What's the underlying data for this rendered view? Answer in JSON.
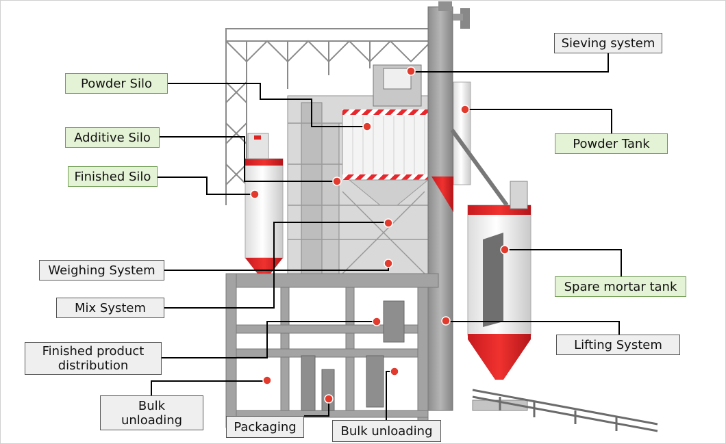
{
  "diagram": {
    "labels": {
      "powder_silo": "Powder Silo",
      "additive_silo": "Additive Silo",
      "finished_silo": "Finished Silo",
      "weighing_system": "Weighing System",
      "mix_system": "Mix System",
      "finished_product_distribution": "Finished product\ndistribution",
      "bulk_unloading_left": "Bulk\nunloading",
      "packaging": "Packaging",
      "bulk_unloading_bottom": "Bulk unloading",
      "sieving_system": "Sieving system",
      "powder_tank": "Powder Tank",
      "spare_mortar_tank": "Spare mortar tank",
      "lifting_system": "Lifting System"
    },
    "colors": {
      "silo_red": "#e8262b",
      "steel_grey": "#9a9a9a",
      "label_green": "#e4f2d5",
      "label_grey": "#efefef",
      "marker_red": "#e23b2e"
    }
  }
}
